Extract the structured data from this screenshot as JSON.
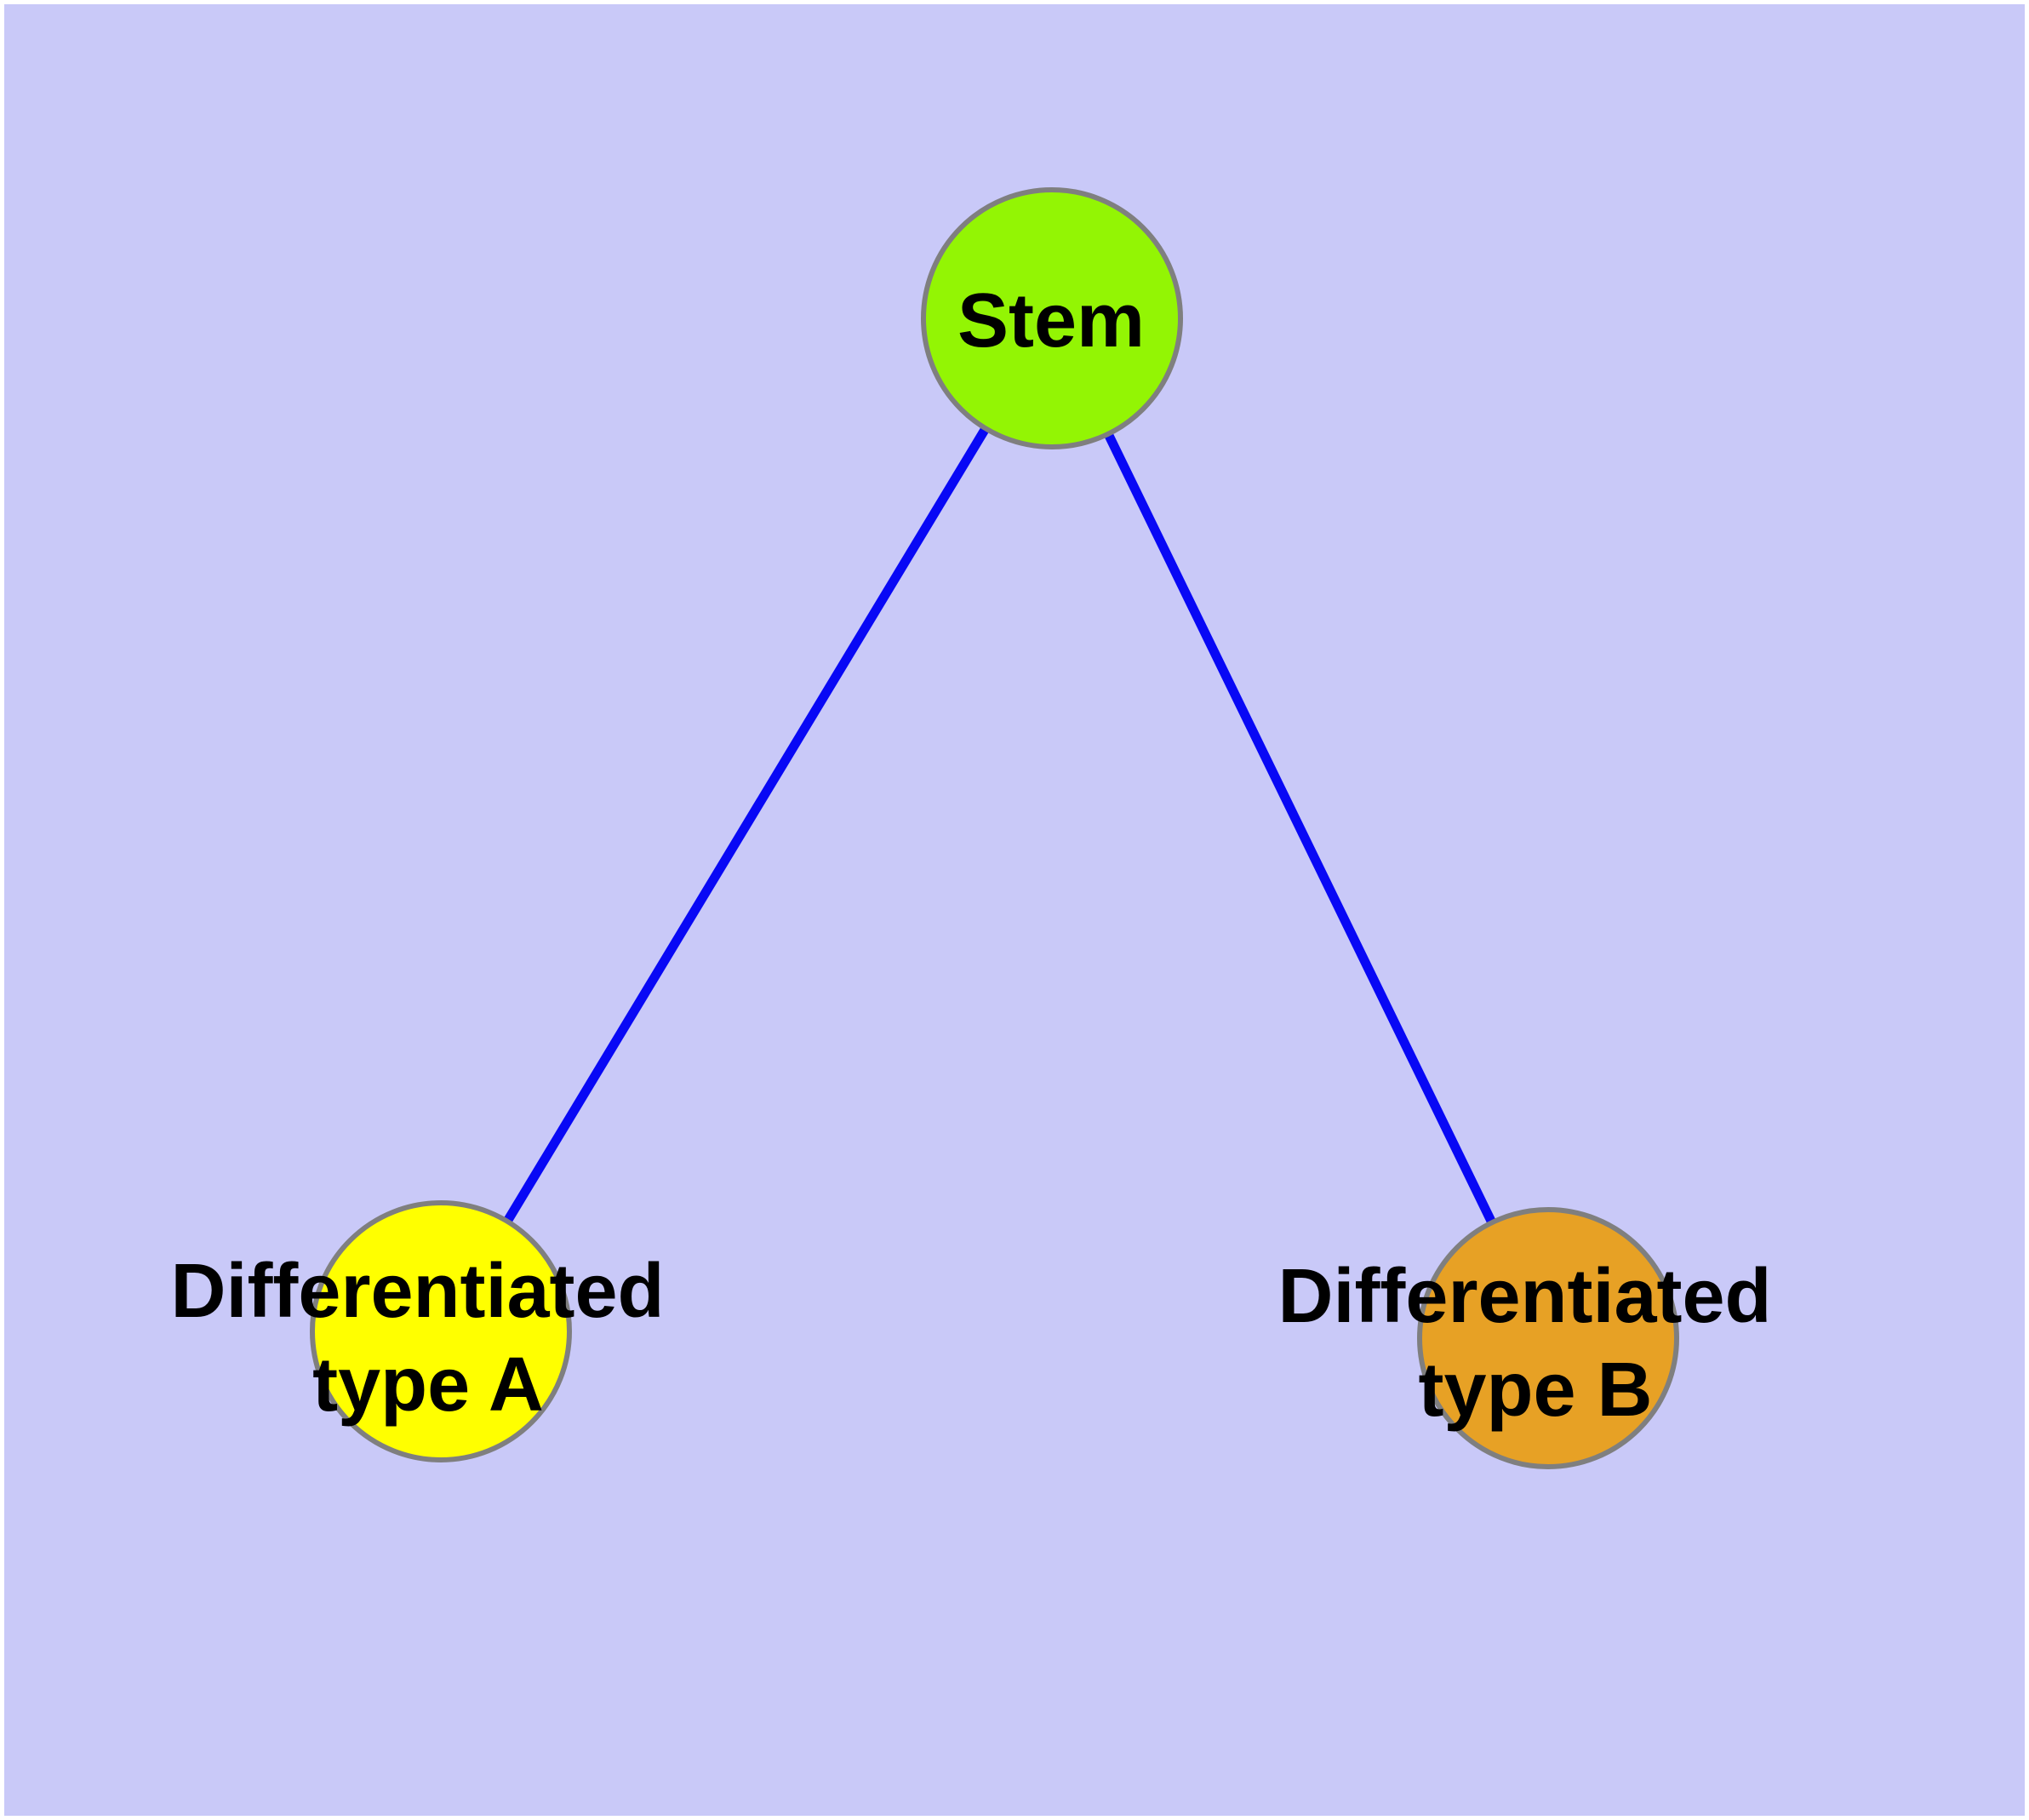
{
  "diagram": {
    "type": "graph",
    "background_color": "#c9c9f8",
    "frame_color": "#ffffff",
    "node_border_color": "#7f7f7f",
    "label_color": "#000000",
    "nodes": [
      {
        "id": "stem",
        "label_lines": [
          "Stem"
        ],
        "color": "#93f504"
      },
      {
        "id": "typeA",
        "label_lines": [
          "Differentiated",
          "type A"
        ],
        "color": "#ffff00"
      },
      {
        "id": "typeB",
        "label_lines": [
          "Differentiated",
          "type B"
        ],
        "color": "#e7a125"
      }
    ],
    "edges": [
      {
        "from": "stem",
        "to": "typeA",
        "color": "#0808f5"
      },
      {
        "from": "stem",
        "to": "typeB",
        "color": "#0808f5"
      }
    ]
  }
}
